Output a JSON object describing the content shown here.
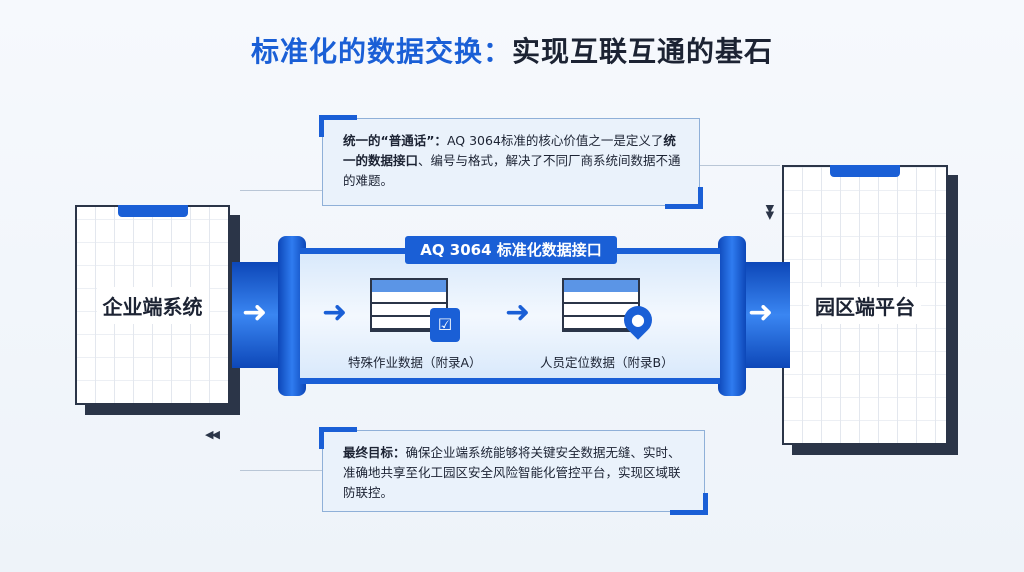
{
  "title": {
    "part1": "标准化的数据交换：",
    "part2": "实现互联互通的基石"
  },
  "top_callout": {
    "bold": "统一的“普通话”：",
    "text1": "AQ 3064标准的核心价值之一是定义了",
    "bold2": "统一的数据接口",
    "text2": "、编号与格式，解决了不同厂商系统间数据不通的难题。"
  },
  "bottom_callout": {
    "bold": "最终目标：",
    "text": "确保企业端系统能够将关键安全数据无缝、实时、准确地共享至化工园区安全风险智能化管控平台，实现区域联防联控。"
  },
  "left_card": {
    "label": "企业端系统"
  },
  "right_card": {
    "label": "园区端平台"
  },
  "interface": {
    "label": "AQ 3064 标准化数据接口"
  },
  "items": [
    {
      "label": "特殊作业数据（附录A）",
      "icon": "clipboard-check-icon"
    },
    {
      "label": "人员定位数据（附录B）",
      "icon": "map-pin-icon"
    }
  ]
}
